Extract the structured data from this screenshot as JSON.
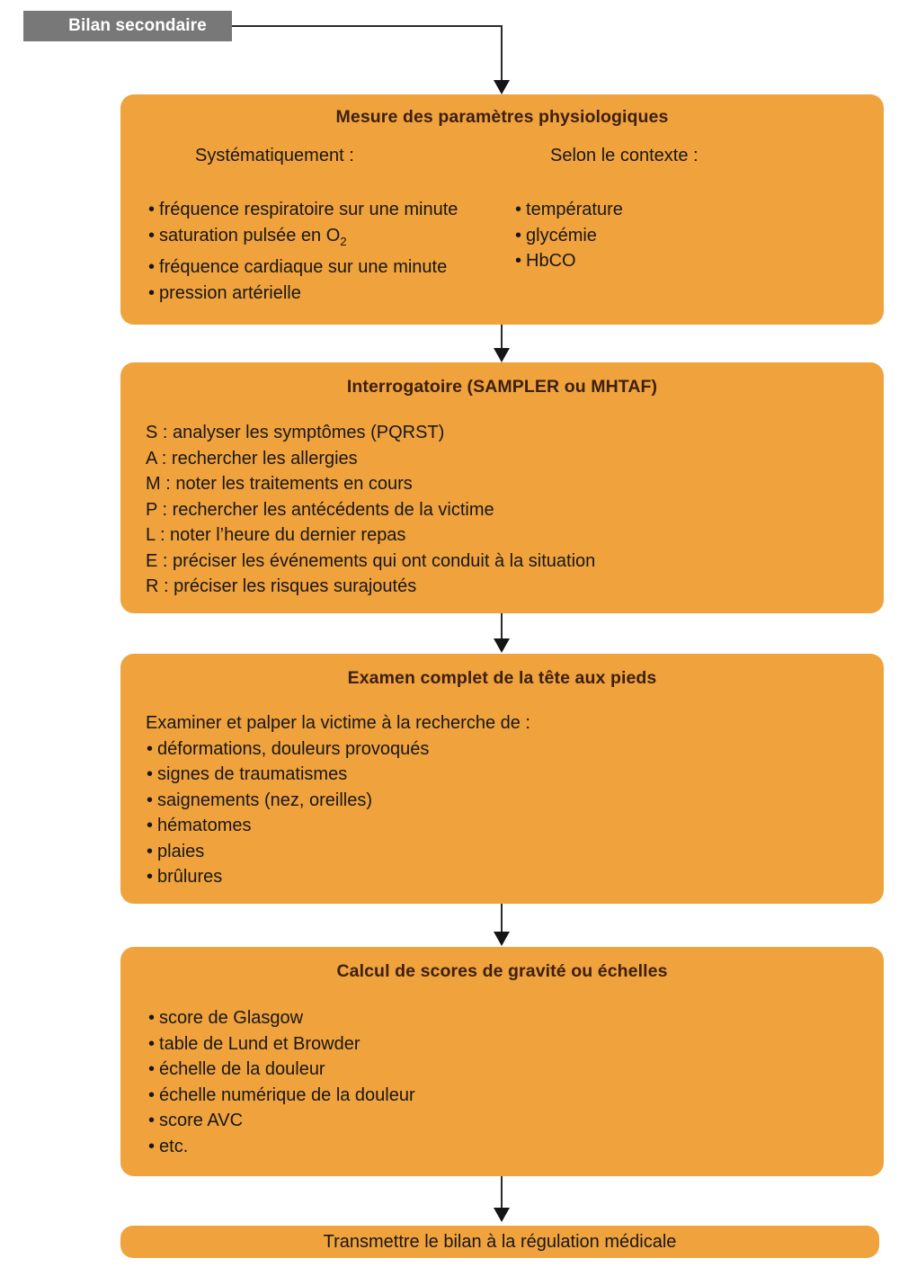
{
  "header": {
    "tag_label": "Bilan secondaire",
    "tag_color": "#787878",
    "tag_text_color": "#ffffff"
  },
  "theme": {
    "box_color": "#F0A23D",
    "title_color": "#3C2011",
    "body_color": "#171717",
    "connector_color": "#151515",
    "page_background": "#ffffff"
  },
  "boxes": [
    {
      "title": "Mesure des paramètres physiologiques",
      "columns": [
        {
          "heading": "Systématiquement :",
          "items": [
            "fréquence respiratoire sur une minute",
            "saturation pulsée en O2",
            "fréquence cardiaque sur une minute",
            "pression artérielle"
          ]
        },
        {
          "heading": "Selon le contexte :",
          "items": [
            "température",
            "glycémie",
            "HbCO"
          ]
        }
      ]
    },
    {
      "title": "Interrogatoire (SAMPLER ou MHTAF)",
      "lines": [
        "S : analyser les symptômes (PQRST)",
        "A : rechercher les allergies",
        "M : noter les traitements en cours",
        "P : rechercher les antécédents de la victime",
        "L : noter l’heure du dernier repas",
        "E : préciser les événements qui ont conduit à la situation",
        "R : préciser les risques surajoutés"
      ]
    },
    {
      "title": "Examen complet de la tête aux pieds",
      "intro": "Examiner et palper la victime à la recherche de :",
      "items": [
        "déformations, douleurs provoqués",
        "signes de traumatismes",
        "saignements (nez, oreilles)",
        "hématomes",
        "plaies",
        "brûlures"
      ]
    },
    {
      "title": "Calcul de scores de gravité ou échelles",
      "items": [
        "score de Glasgow",
        "table de Lund et Browder",
        "échelle de la douleur",
        "échelle numérique de la douleur",
        "score AVC",
        "etc."
      ]
    }
  ],
  "footer": {
    "label": "Transmettre le bilan à la régulation médicale"
  },
  "bullet": "•"
}
